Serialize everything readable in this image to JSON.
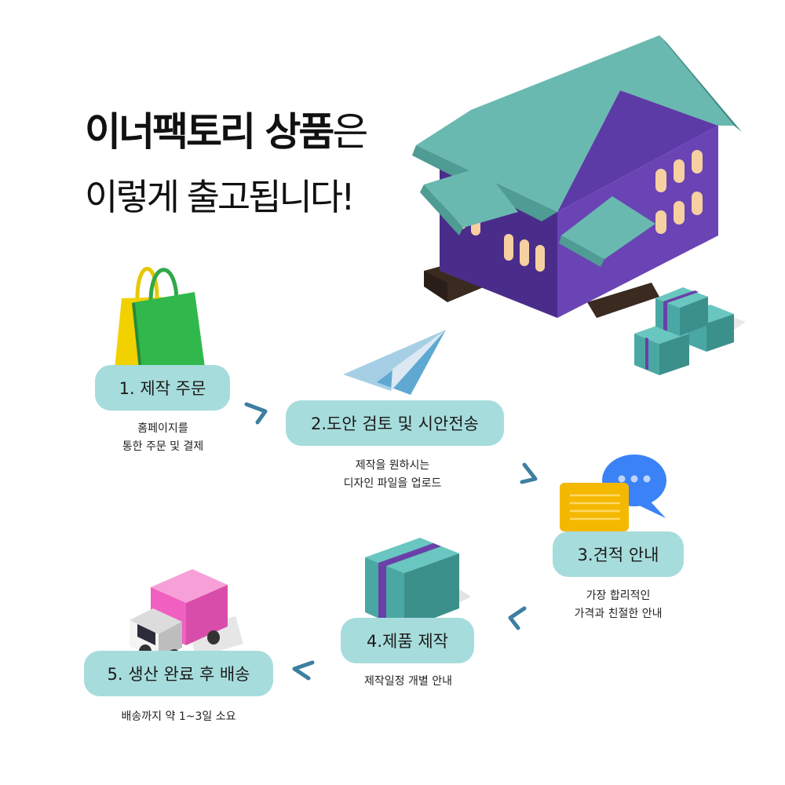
{
  "heading": {
    "line1_bold": "이너팩토리 상품",
    "line1_rest": "은",
    "line2": "이렇게 출고됩니다!"
  },
  "steps": [
    {
      "label": "1. 제작 주문",
      "desc1": "홈페이지를",
      "desc2": "통한 주문 및 결제"
    },
    {
      "label": "2.도안 검토 및 시안전송",
      "desc1": "제작을 원하시는",
      "desc2": "디자인 파일을 업로드"
    },
    {
      "label": "3.견적 안내",
      "desc1": "가장 합리적인",
      "desc2": "가격과 친절한 안내"
    },
    {
      "label": "4.제품 제작",
      "desc1": "제작일정 개별 안내"
    },
    {
      "label": "5. 생산 완료 후 배송",
      "desc1": "배송까지 약 1~3일 소요"
    }
  ],
  "colors": {
    "pill": "#a7dcdc",
    "arrow": "#3d7fa0",
    "house_wall": "#5b3aa0",
    "house_roof": "#6ab9b0",
    "box": "#4aa8a4",
    "tape": "#6b3fa8"
  },
  "icons": [
    "house-illustration",
    "box-stack-icon",
    "shopping-bag-icon",
    "paper-plane-icon",
    "chat-bubbles-icon",
    "package-box-icon",
    "delivery-truck-icon"
  ]
}
